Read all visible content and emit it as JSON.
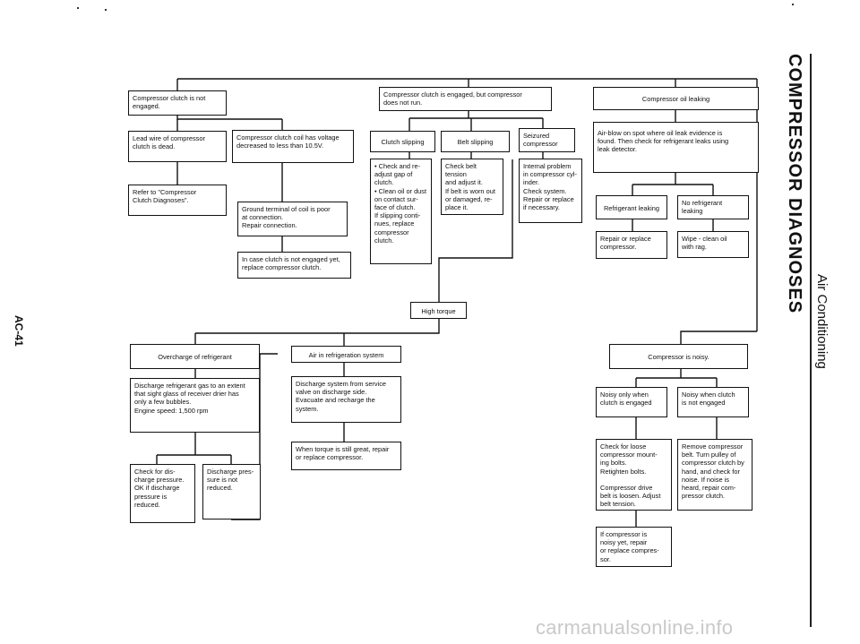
{
  "header": {
    "title": "COMPRESSOR DIAGNOSES",
    "section": "Air Conditioning",
    "page": "AC-41"
  },
  "watermark": "carmanualsonline.info",
  "nodes": {
    "not_engaged": "Compressor clutch is not\nengaged.",
    "engaged_no_run": "Compressor clutch is engaged, but compressor\ndoes not run.",
    "oil_leaking": "Compressor oil leaking",
    "lead_wire_dead": "Lead wire of compressor\nclutch is dead.",
    "coil_voltage": "Compressor clutch coil has voltage\ndecreased to less than 10.5V.",
    "refer_clutch": "Refer to \"Compressor\nClutch Diagnoses\".",
    "ground_terminal": "Ground terminal of coil is poor\nat connection.\nRepair connection.",
    "replace_clutch": "In case clutch is not engaged yet,\nreplace compressor clutch.",
    "clutch_slipping": "Clutch slipping",
    "clutch_slipping_fix": "• Check and re-\n  adjust gap of\n  clutch.\n• Clean oil or dust\n  on contact sur-\n  face of clutch.\nIf slipping conti-\nnues, replace\ncompressor\nclutch.",
    "belt_slipping": "Belt slipping",
    "belt_fix": "Check belt tension\nand adjust it.\nIf belt is worn out\nor damaged, re-\nplace it.",
    "seized": "Seizured\ncompressor",
    "internal_problem": "Internal problem\nin compressor cyl-\ninder.\nCheck system.\nRepair or replace\nif necessary.",
    "air_blow": "Air-blow on spot where oil leak evidence is\nfound. Then check for refrigerant leaks using\nleak detector.",
    "refrigerant_leaking": "Refrigerant leaking",
    "no_refrigerant_leaking": "No refrigerant\nleaking",
    "repair_replace": "Repair or replace\ncompressor.",
    "wipe_clean": "Wipe - clean oil\nwith rag.",
    "high_torque": "High torque",
    "overcharge": "Overcharge of refrigerant",
    "air_in_system": "Air in refrigeration system",
    "discharge_gas": "Discharge refrigerant gas to an extent\nthat sight glass of receiver drier has\nonly a few bubbles.\nEngine speed: 1,500 rpm",
    "discharge_system": "Discharge system from service\nvalve on discharge side.\nEvacuate and recharge the\nsystem.",
    "check_discharge": "Check for dis-\ncharge pressure.\nOK if discharge\npressure is\nreduced.",
    "pressure_not_reduced": "Discharge pres-\nsure is not\nreduced.",
    "torque_great": "When torque is still great, repair\nor replace compressor.",
    "noisy": "Compressor is noisy.",
    "noisy_engaged": "Noisy only when\nclutch is engaged",
    "noisy_not_engaged": "Noisy when clutch\nis not engaged",
    "check_loose": "Check for loose\ncompressor mount-\ning bolts.\nRetighten bolts.\n\nCompressor drive\nbelt is loosen. Adjust\nbelt tension.",
    "remove_compressor": "Remove compressor\nbelt. Turn pulley of\ncompressor clutch by\nhand, and check for\nnoise. If noise is\nheard, repair com-\npressor clutch.",
    "still_noisy": "If compressor is\nnoisy yet, repair\nor replace compres-\nsor."
  }
}
